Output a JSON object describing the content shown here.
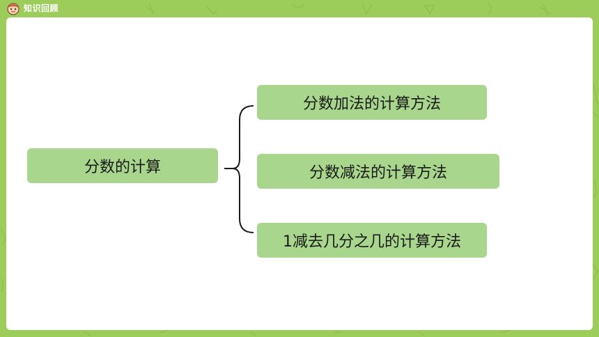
{
  "header": {
    "title": "知识回顾"
  },
  "diagram": {
    "root": "分数的计算",
    "branches": [
      "分数加法的计算方法",
      "分数减法的计算方法",
      "1减去几分之几的计算方法"
    ]
  },
  "colors": {
    "background": "#9ccc5a",
    "panel": "#ffffff",
    "node": "#a8d68c",
    "connector": "#1a1a1a"
  }
}
